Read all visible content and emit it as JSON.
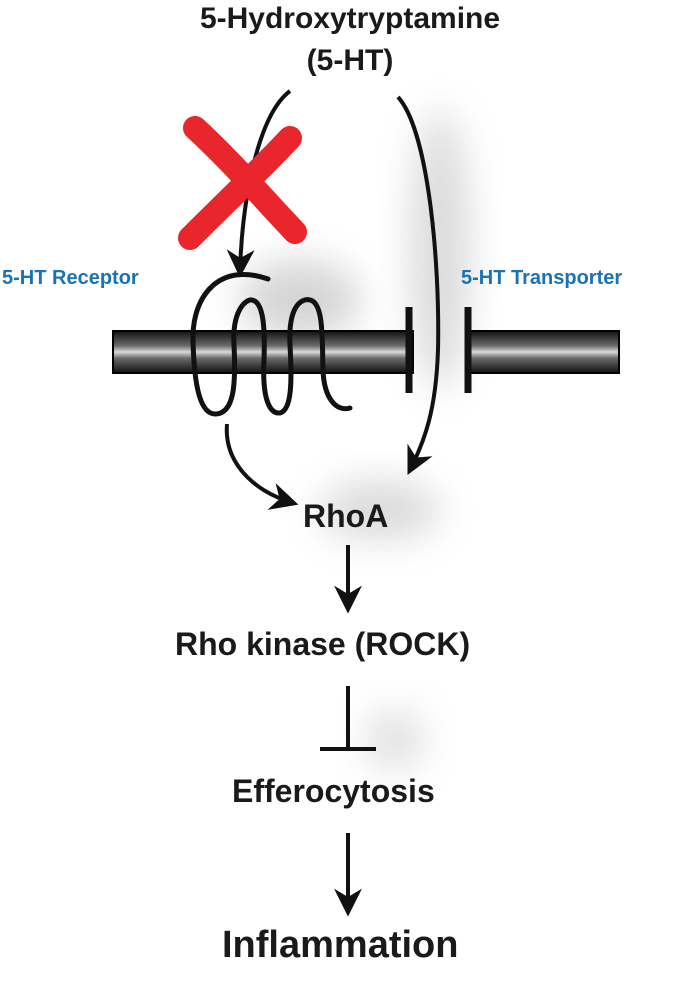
{
  "title": {
    "line1": "5-Hydroxytryptamine",
    "line2": "(5-HT)"
  },
  "membrane": {
    "receptor_label": "5-HT Receptor",
    "transporter_label": "5-HT Transporter"
  },
  "pathway": {
    "step1": "RhoA",
    "step2": "Rho kinase (ROCK)",
    "step3": "Efferocytosis",
    "step4": "Inflammation"
  },
  "colors": {
    "text": "#1a1a1a",
    "label_blue": "#1a73b5",
    "block_cross": "#e8262c"
  }
}
